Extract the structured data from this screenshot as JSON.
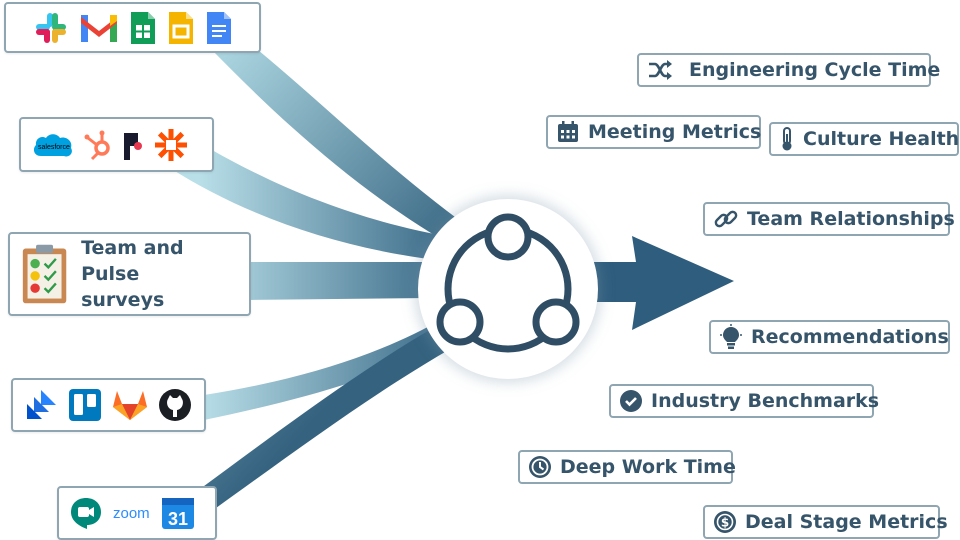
{
  "sources": {
    "collab": [
      "slack-icon",
      "gmail-icon",
      "google-sheets-icon",
      "google-slides-icon",
      "google-docs-icon"
    ],
    "crm": {
      "icons": [
        "salesforce-icon",
        "hubspot-icon",
        "pipedrive-icon",
        "zapier-icon"
      ],
      "salesforce_text": "salesforce"
    },
    "surveys": {
      "label_line1": "Team and Pulse",
      "label_line2": "surveys"
    },
    "dev": [
      "jira-icon",
      "trello-icon",
      "gitlab-icon",
      "github-icon"
    ],
    "meetings": {
      "icons": [
        "google-meet-icon",
        "zoom-icon",
        "google-calendar-icon"
      ],
      "zoom_text": "zoom",
      "calendar_day": "31"
    }
  },
  "hub": {
    "icon": "network-hub-icon"
  },
  "outputs": [
    {
      "id": "engineering-cycle-time",
      "label": "Engineering Cycle Time",
      "icon": "shuffle-icon"
    },
    {
      "id": "meeting-metrics",
      "label": "Meeting Metrics",
      "icon": "calendar-icon"
    },
    {
      "id": "culture-health",
      "label": "Culture Health",
      "icon": "thermometer-icon"
    },
    {
      "id": "team-relationships",
      "label": "Team Relationships",
      "icon": "link-icon"
    },
    {
      "id": "recommendations",
      "label": "Recommendations",
      "icon": "lightbulb-icon"
    },
    {
      "id": "industry-benchmarks",
      "label": "Industry Benchmarks",
      "icon": "check-badge-icon"
    },
    {
      "id": "deep-work-time",
      "label": "Deep Work Time",
      "icon": "clock-icon"
    },
    {
      "id": "deal-stage-metrics",
      "label": "Deal Stage Metrics",
      "icon": "dollar-icon"
    }
  ],
  "colors": {
    "label_text": "#36546a",
    "flow_light": "#a9d3de",
    "flow_dark": "#2f5d7d",
    "arrow": "#2f5d7d",
    "border": "#8fa6b2"
  }
}
